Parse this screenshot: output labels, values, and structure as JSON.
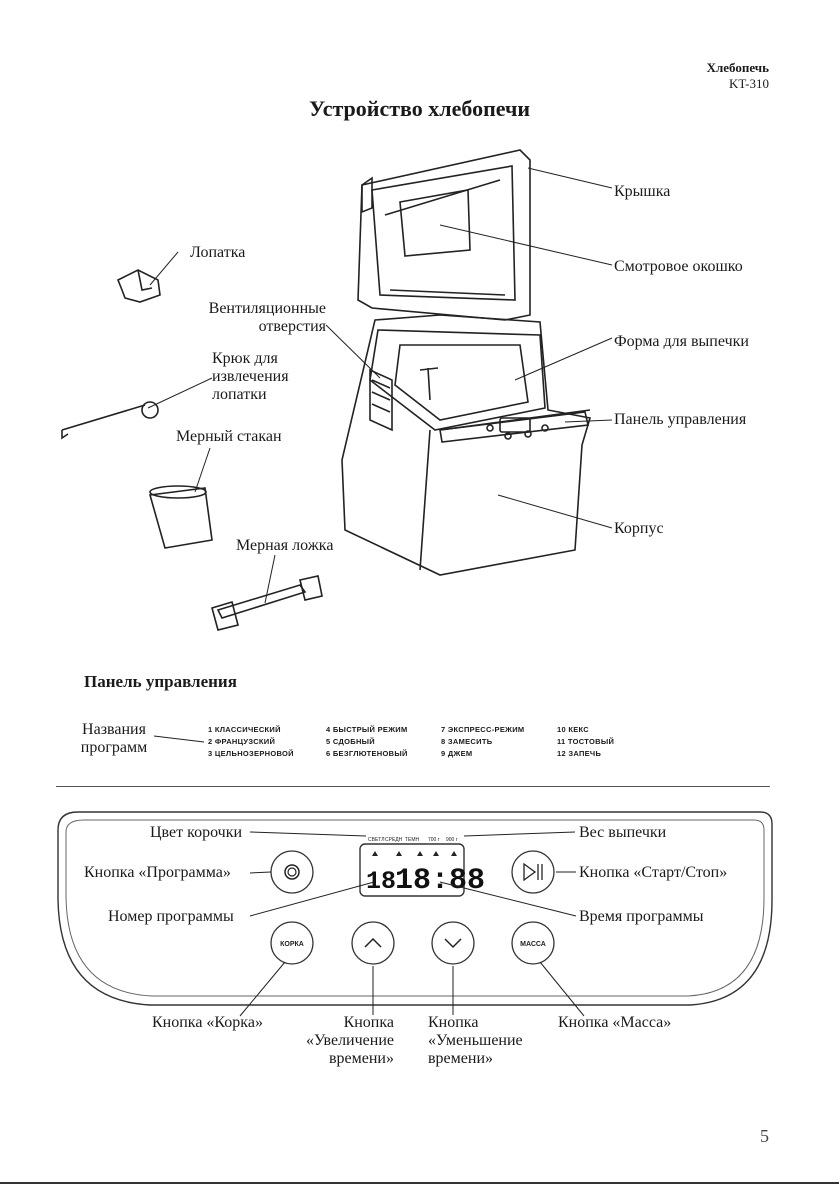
{
  "header": {
    "product": "Хлебопечь",
    "model": "KT-310"
  },
  "title": "Устройство хлебопечи",
  "diagram": {
    "labels": {
      "lid": "Крышка",
      "window": "Смотровое окошко",
      "pan": "Форма для выпечки",
      "control_panel": "Панель управления",
      "body": "Корпус",
      "paddle": "Лопатка",
      "vents_1": "Вентиляционные",
      "vents_2": "отверстия",
      "hook_1": "Крюк для",
      "hook_2": "извлечения",
      "hook_3": "лопатки",
      "cup": "Мерный стакан",
      "spoon": "Мерная ложка"
    }
  },
  "panel_section": {
    "title": "Панель управления",
    "programs_label_1": "Названия",
    "programs_label_2": "программ",
    "programs": [
      "1 КЛАССИЧЕСКИЙ",
      "2 ФРАНЦУЗСКИЙ",
      "3 ЦЕЛЬНОЗЕРНОВОЙ",
      "4 БЫСТРЫЙ РЕЖИМ",
      "5 СДОБНЫЙ",
      "6 БЕЗГЛЮТЕНОВЫЙ",
      "7 ЭКСПРЕСС-РЕЖИМ",
      "8 ЗАМЕСИТЬ",
      "9 ДЖЕМ",
      "10 КЕКС",
      "11 ТОСТОВЫЙ",
      "12 ЗАПЕЧЬ"
    ]
  },
  "control_panel": {
    "crust_color": "Цвет корочки",
    "weight": "Вес выпечки",
    "program_button": "Кнопка «Программа»",
    "start_stop_button": "Кнопка «Старт/Стоп»",
    "program_number": "Номер программы",
    "program_time": "Время программы",
    "crust_button": "Кнопка «Корка»",
    "increase_1": "Кнопка",
    "increase_2": "«Увеличение",
    "increase_3": "времени»",
    "decrease_1": "Кнопка",
    "decrease_2": "«Уменьшение",
    "decrease_3": "времени»",
    "mass_button": "Кнопка «Масса»",
    "crust_btn_text": "КОРКА",
    "mass_btn_text": "МАССА",
    "lcd_crust_labels": [
      "СВЕТЛ",
      "СРЕДН",
      "ТЕМН"
    ],
    "lcd_weight_labels": [
      "700 г",
      "900 г"
    ],
    "lcd_digits": "18",
    "lcd_time": "18:88"
  },
  "page_number": "5"
}
